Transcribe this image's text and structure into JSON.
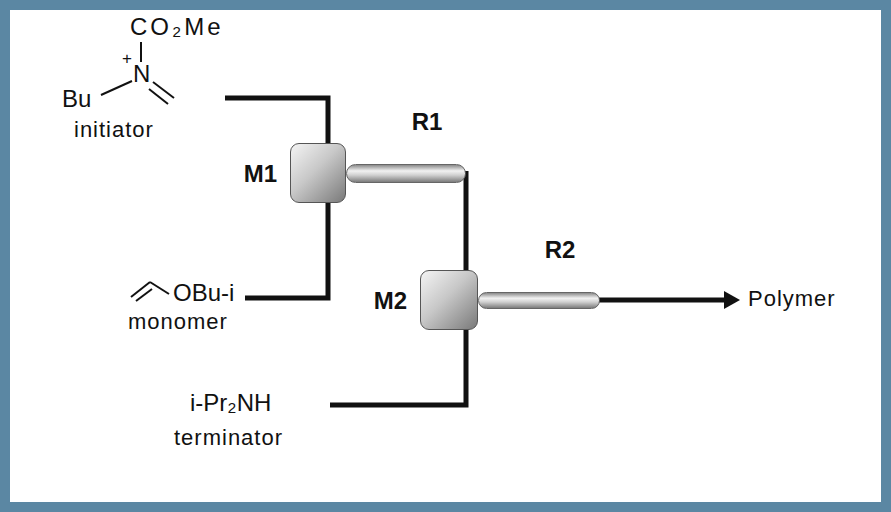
{
  "diagram": {
    "nodes": [
      {
        "text": [
          "M1"
        ]
      },
      {
        "text": [
          "R1"
        ]
      },
      {
        "text": [
          "M2"
        ]
      },
      {
        "text": [
          "R2"
        ]
      }
    ],
    "edges": [
      {
        "from": 1,
        "to": 2,
        "arrow": "none"
      }
    ],
    "labels": [
      "CO₂Me",
      "+",
      "N",
      "Bu",
      "initiator",
      "OBu-i",
      "monomer",
      "i-Pr₂NH",
      "terminator",
      "Polymer"
    ]
  }
}
